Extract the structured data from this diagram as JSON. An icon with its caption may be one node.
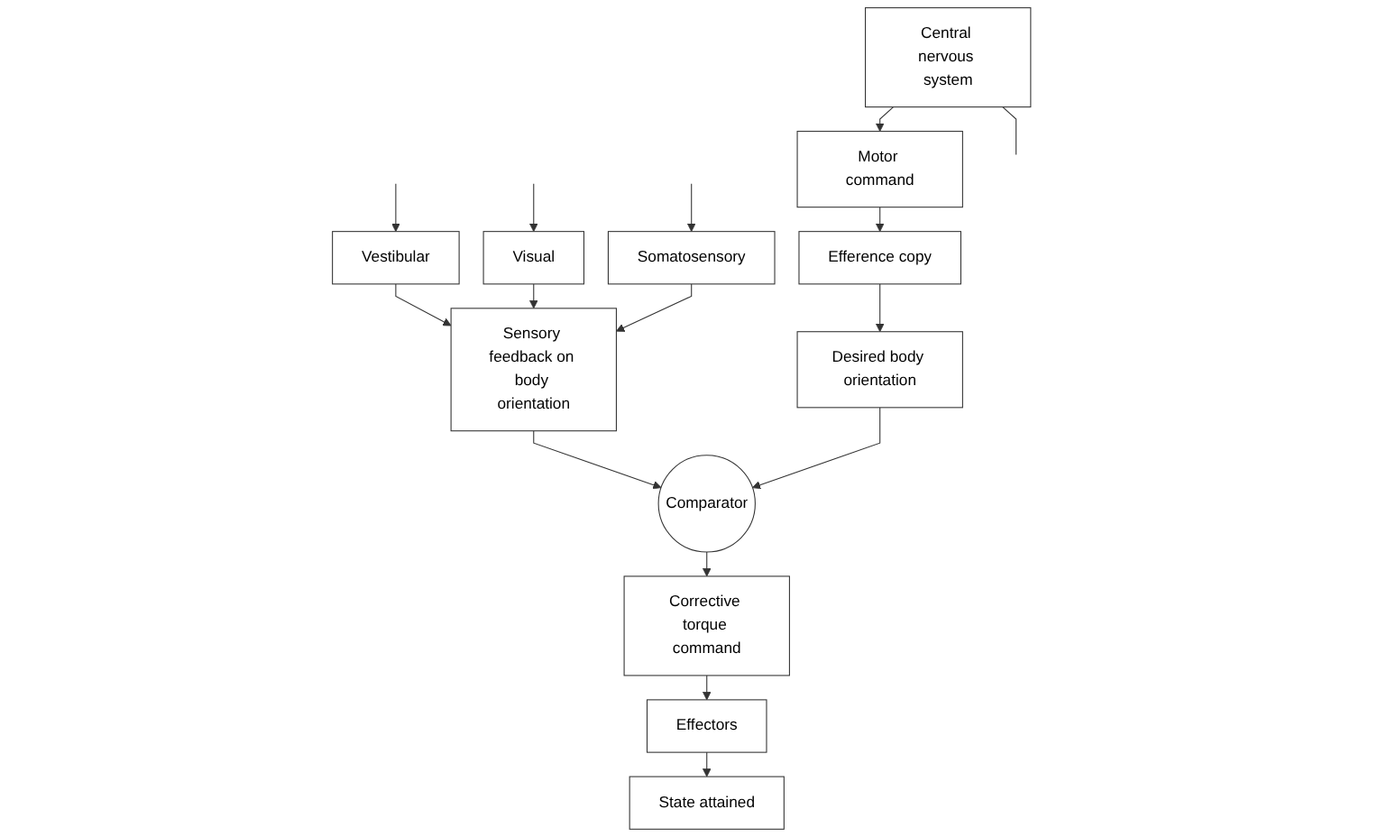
{
  "diagram": {
    "nodes": [
      {
        "text": [
          "Vestibular"
        ]
      },
      {
        "text": [
          "Visual"
        ]
      },
      {
        "text": [
          "Somatosensory"
        ]
      },
      {
        "text": [
          "Sensory feedback on body orientation"
        ]
      },
      {
        "text": [
          "Comparator"
        ]
      },
      {
        "text": [
          "Corrective torque command"
        ]
      },
      {
        "text": [
          "Effectors"
        ]
      },
      {
        "text": [
          "State attained"
        ]
      },
      {
        "text": [
          "Desired body orientation"
        ]
      },
      {
        "text": [
          "Efference copy"
        ]
      },
      {
        "text": [
          "Motor command"
        ]
      },
      {
        "text": [
          "Central nervous system"
        ]
      }
    ],
    "edges": [
      {
        "from": 0,
        "to": 3,
        "arrow": "to"
      },
      {
        "from": 1,
        "to": 3,
        "arrow": "to"
      },
      {
        "from": 2,
        "to": 3,
        "arrow": "to"
      },
      {
        "from": 3,
        "to": 4,
        "arrow": "to"
      },
      {
        "from": 8,
        "to": 4,
        "arrow": "to"
      },
      {
        "from": 4,
        "to": 5,
        "arrow": "to"
      },
      {
        "from": 5,
        "to": 6,
        "arrow": "to"
      },
      {
        "from": 6,
        "to": 7,
        "arrow": "to"
      },
      {
        "from": 9,
        "to": 8,
        "arrow": "to"
      },
      {
        "from": 10,
        "to": 9,
        "arrow": "to"
      },
      {
        "from": 11,
        "to": 10,
        "arrow": "to"
      },
      {
        "from": null,
        "to": 0,
        "arrow": "to"
      },
      {
        "from": null,
        "to": 1,
        "arrow": "to"
      },
      {
        "from": null,
        "to": 2,
        "arrow": "to"
      },
      {
        "from": 11,
        "to": null,
        "arrow": "none"
      }
    ]
  }
}
